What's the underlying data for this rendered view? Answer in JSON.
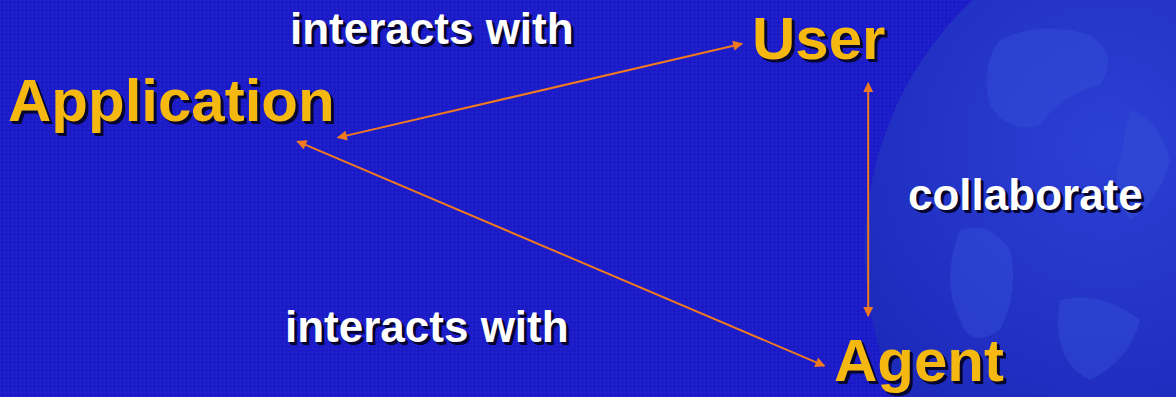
{
  "diagram": {
    "nodes": [
      {
        "text": [
          "User"
        ]
      },
      {
        "text": [
          "Application"
        ]
      },
      {
        "text": [
          "Agent"
        ]
      }
    ],
    "edges": [
      {
        "from": 1,
        "to": 0,
        "label": "interacts with",
        "arrow": "both"
      },
      {
        "from": 1,
        "to": 2,
        "label": "interacts with",
        "arrow": "both"
      },
      {
        "from": 0,
        "to": 2,
        "label": "collaborate",
        "arrow": "both"
      }
    ]
  }
}
